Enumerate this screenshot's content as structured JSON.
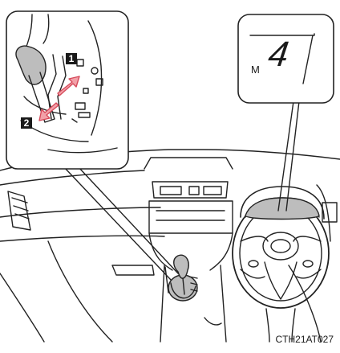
{
  "callout_markers": {
    "up": "1",
    "down": "2"
  },
  "gear_display": {
    "mode_letter": "M",
    "gear_number": "4"
  },
  "figure_code": "CTH21AT027"
}
